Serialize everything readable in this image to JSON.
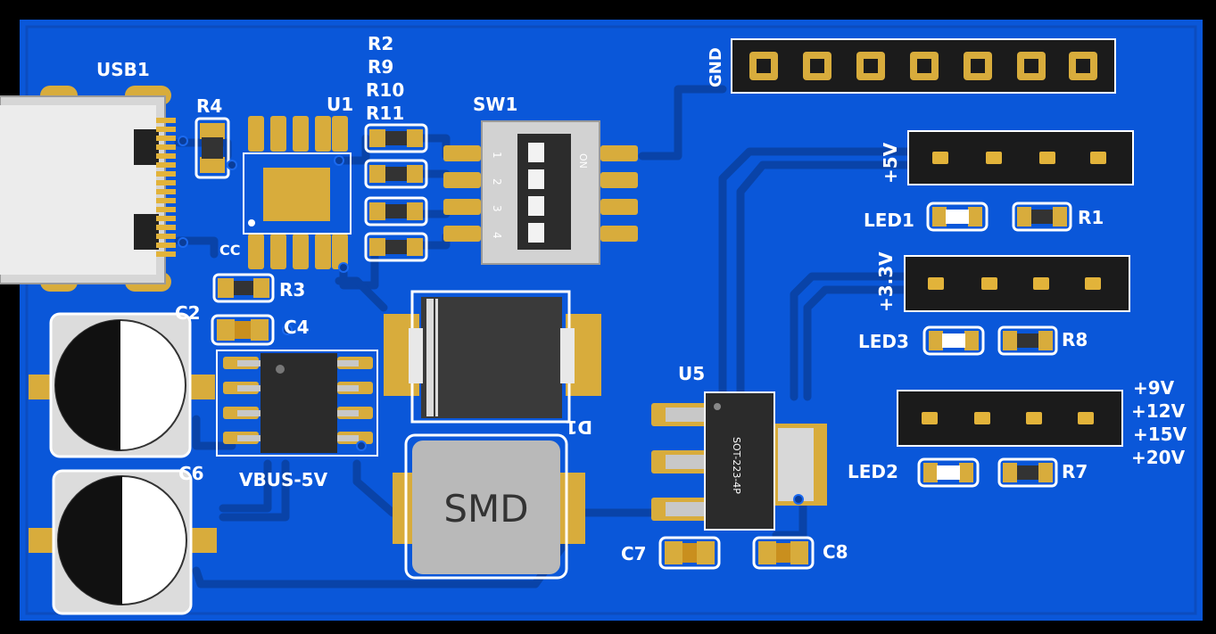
{
  "board": {
    "colors": {
      "background": "#000000",
      "board": "#0a54d6",
      "copper": "#0b4bb8",
      "trace": "#0a44a6",
      "pad": "#d8ac3c",
      "silkscreen": "#ffffff",
      "header_body": "#1a1a1a",
      "ic_body": "#2a2a2a",
      "inductor": "#b7b7b7"
    }
  },
  "labels": {
    "usb1": "USB1",
    "r4": "R4",
    "u1": "U1",
    "r2": "R2",
    "r9": "R9",
    "r10": "R10",
    "r11": "R11",
    "sw1": "SW1",
    "gnd": "GND",
    "plus5v": "+5V",
    "led1": "LED1",
    "r1": "R1",
    "plus3v3": "+3.3V",
    "led3": "LED3",
    "r8": "R8",
    "plus9v": "+9V",
    "plus12v": "+12V",
    "plus15v": "+15V",
    "plus20v": "+20V",
    "led2": "LED2",
    "r7": "R7",
    "cc": "CC",
    "r3": "R3",
    "c2": "C2",
    "c4": "C4",
    "c6": "C6",
    "vbus": "VBUS-5V",
    "d1": "D1",
    "u5": "U5",
    "sot": "SOT-223-4P",
    "smd": "SMD",
    "c7": "C7",
    "c8": "C8",
    "sw_on": "ON",
    "sw_pos": [
      "1",
      "2",
      "3",
      "4"
    ]
  }
}
